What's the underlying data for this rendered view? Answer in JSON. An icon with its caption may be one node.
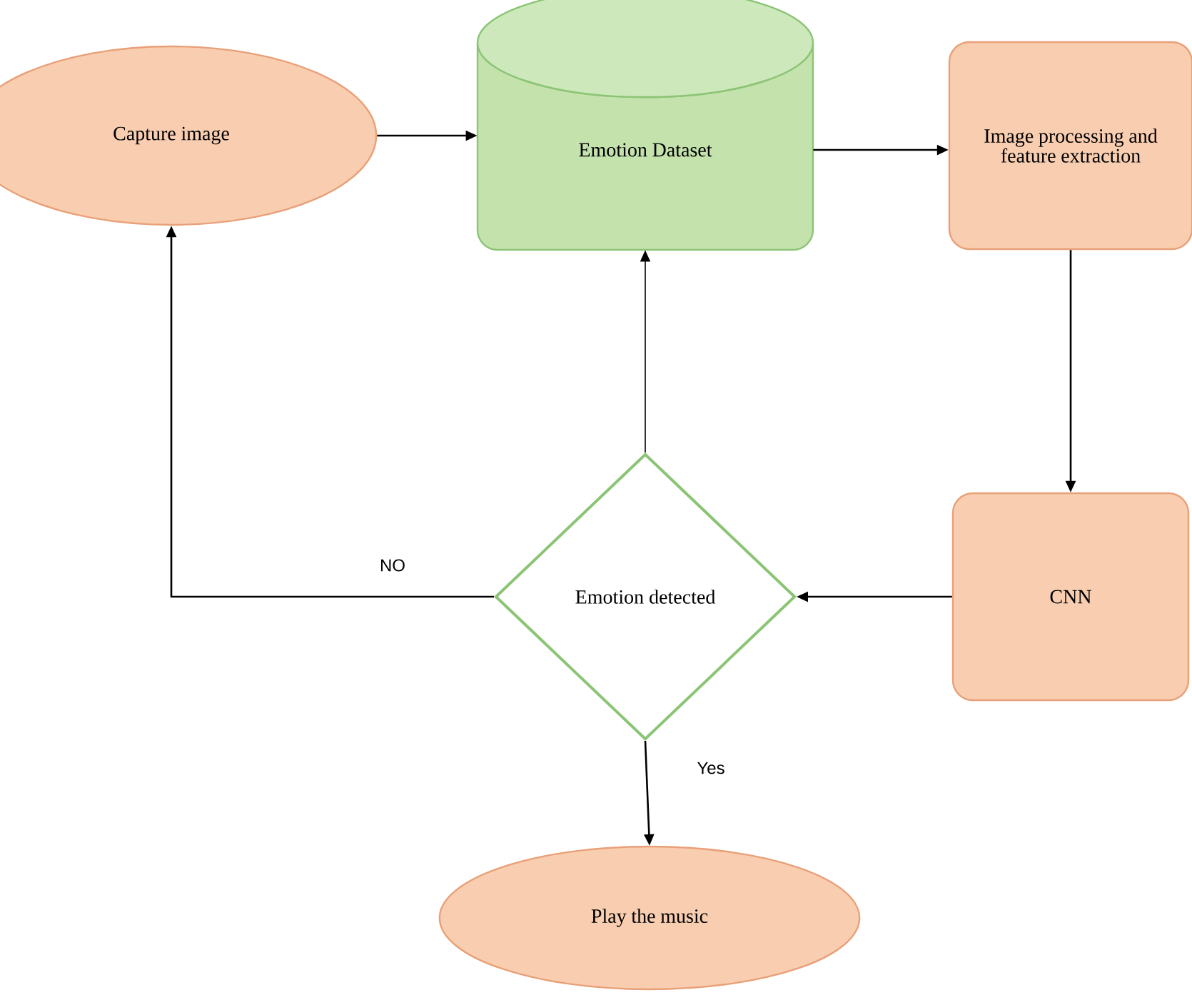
{
  "diagram": {
    "nodes": [
      {
        "text": [
          "Capture image"
        ]
      },
      {
        "text": [
          "Emotion Dataset"
        ]
      },
      {
        "text": [
          "Image processing and feature extraction"
        ]
      },
      {
        "text": [
          "CNN"
        ]
      },
      {
        "text": [
          "Emotion detected"
        ]
      },
      {
        "text": [
          "Play the music"
        ]
      }
    ],
    "edges": [
      {
        "from": 0,
        "to": 1,
        "arrow": "to"
      },
      {
        "from": 1,
        "to": 2,
        "arrow": "to"
      },
      {
        "from": 2,
        "to": 3,
        "arrow": "to"
      },
      {
        "from": 3,
        "to": 4,
        "arrow": "to"
      },
      {
        "from": 4,
        "to": 1,
        "arrow": "to"
      },
      {
        "from": 4,
        "to": 0,
        "arrow": "to",
        "label": "NO"
      },
      {
        "from": 4,
        "to": 5,
        "arrow": "to",
        "label": "Yes"
      }
    ]
  }
}
